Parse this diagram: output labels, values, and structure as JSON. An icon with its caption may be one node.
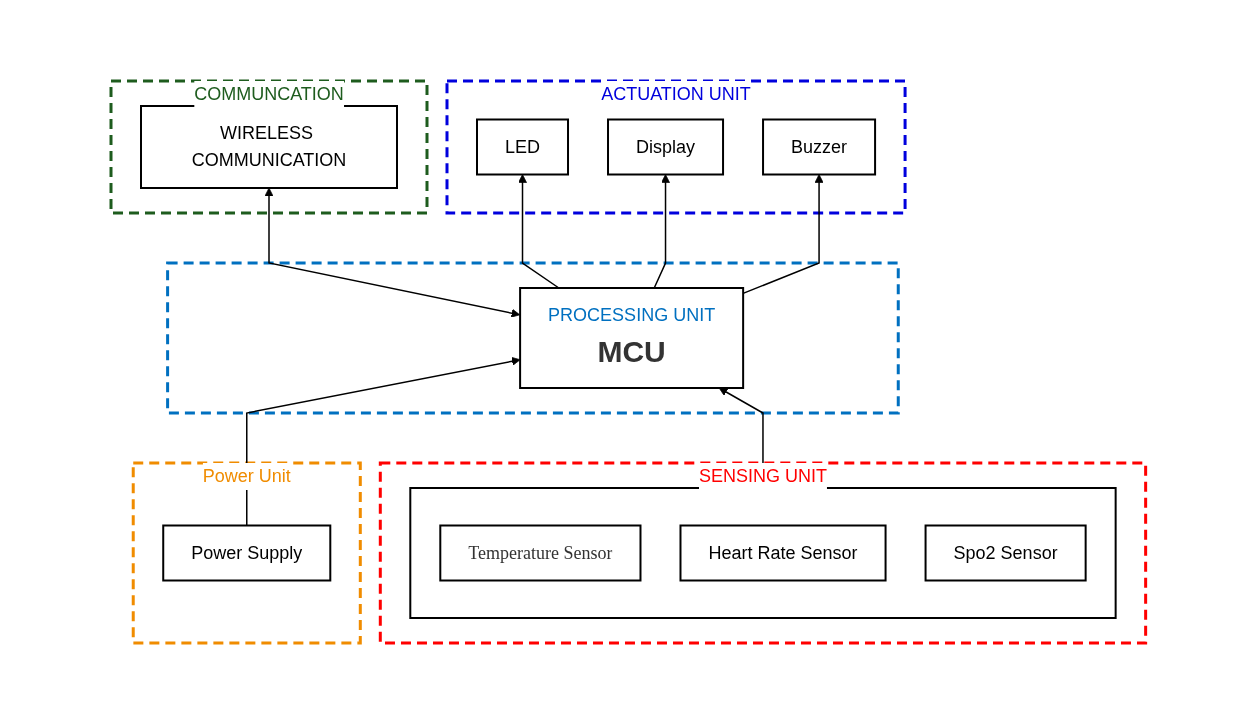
{
  "diagram": {
    "nodes": [
      {
        "text": [
          "ACTUATION UNIT"
        ]
      },
      {
        "text": [
          "LED"
        ],
        "in": 0
      },
      {
        "text": [
          "Display"
        ],
        "in": 0
      },
      {
        "text": [
          "Buzzer"
        ],
        "in": 0
      },
      {
        "text": [
          "SENSING UNIT"
        ]
      },
      {
        "text": [],
        "shape": "box",
        "in": 4
      },
      {
        "text": [
          "Temperature Sensor"
        ],
        "in": 5
      },
      {
        "text": [
          "Heart Rate Sensor"
        ],
        "in": 5
      },
      {
        "text": [
          "Spo2 Sensor"
        ],
        "in": 5
      },
      {
        "text": [],
        "shape": "box"
      },
      {
        "text": [
          "PROCESSING UNIT",
          "MCU"
        ],
        "in": 9
      },
      {
        "text": [
          "COMMUNCATION"
        ]
      },
      {
        "text": [
          "WIRELESS COMMUNICATION"
        ],
        "in": 11
      },
      {
        "text": [
          "Power Unit"
        ]
      },
      {
        "text": [
          "Power Supply"
        ],
        "in": 13
      }
    ],
    "edges": [
      {
        "from": 10,
        "to": 1,
        "arrow": "to"
      },
      {
        "from": 10,
        "to": 2,
        "arrow": "to"
      },
      {
        "from": 10,
        "to": 3,
        "arrow": "to"
      },
      {
        "from": 5,
        "to": 10,
        "arrow": "to"
      },
      {
        "from": 10,
        "to": 12,
        "arrow": "both"
      },
      {
        "from": 14,
        "to": 10,
        "arrow": "to"
      }
    ]
  }
}
